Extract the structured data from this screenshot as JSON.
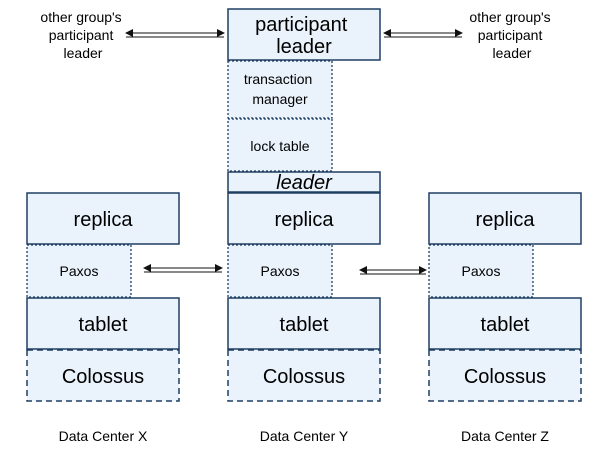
{
  "colors": {
    "box_fill": "#eaf2fb",
    "box_stroke": "#1f3f63",
    "text": "#111111"
  },
  "side_labels": {
    "left": [
      "other group's",
      "participant",
      "leader"
    ],
    "right": [
      "other group's",
      "participant",
      "leader"
    ]
  },
  "leader_column": {
    "participant_leader": [
      "participant",
      "leader"
    ],
    "transaction_manager": [
      "transaction",
      "manager"
    ],
    "lock_table": "lock table",
    "leader_tag": "leader"
  },
  "columns": [
    {
      "replica": "replica",
      "paxos": "Paxos",
      "tablet": "tablet",
      "storage": "Colossus",
      "datacenter": "Data Center X"
    },
    {
      "replica": "replica",
      "paxos": "Paxos",
      "tablet": "tablet",
      "storage": "Colossus",
      "datacenter": "Data Center Y"
    },
    {
      "replica": "replica",
      "paxos": "Paxos",
      "tablet": "tablet",
      "storage": "Colossus",
      "datacenter": "Data Center Z"
    }
  ]
}
